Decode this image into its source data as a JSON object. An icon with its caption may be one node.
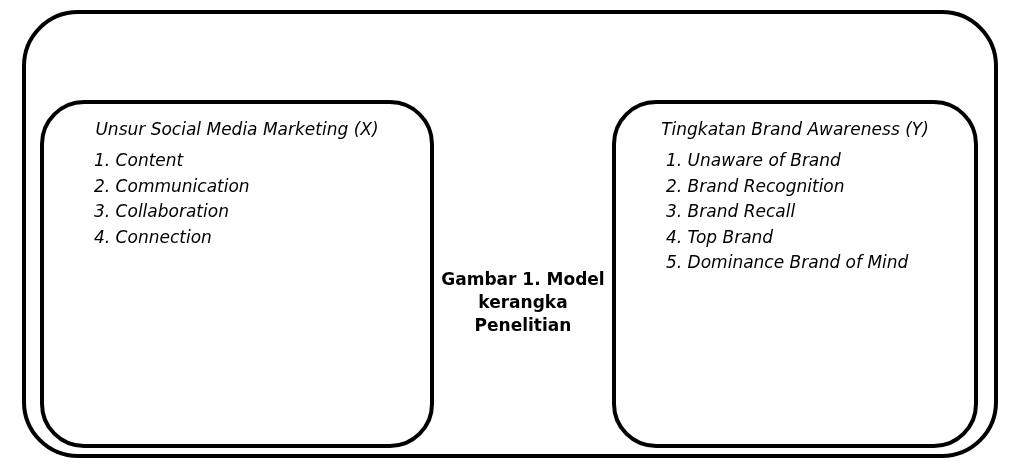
{
  "diagram": {
    "caption": "Gambar 1.  Model kerangka Penelitian",
    "nodes": [
      {
        "text": [],
        "shape": "box"
      },
      {
        "text": [
          "Unsur Social Media Marketing (X)",
          "1. Content",
          "2. Communication",
          "3. Collaboration",
          "4. Connection"
        ],
        "in": 0
      },
      {
        "text": [
          "Tingkatan Brand Awareness (Y)",
          "1. Unaware of Brand",
          "2. Brand Recognition",
          "3. Brand Recall",
          "4. Top Brand",
          "5. Dominance Brand of Mind"
        ],
        "in": 0
      }
    ],
    "edges": []
  }
}
